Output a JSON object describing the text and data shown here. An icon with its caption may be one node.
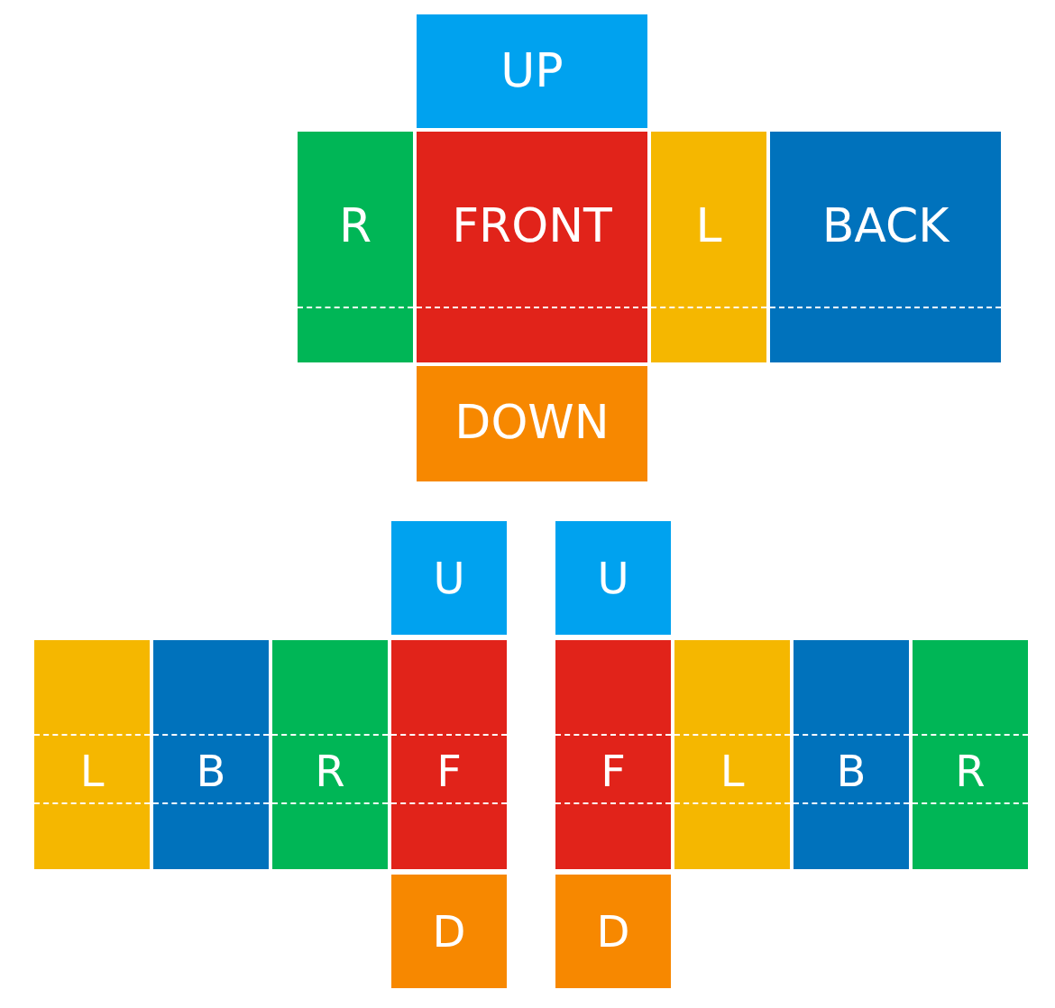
{
  "diagram": {
    "nodes": [
      {
        "text": [
          "UP"
        ]
      },
      {
        "text": [
          "R"
        ]
      },
      {
        "text": [
          "FRONT"
        ]
      },
      {
        "text": [
          "L"
        ]
      },
      {
        "text": [
          "BACK"
        ]
      },
      {
        "text": [
          "DOWN"
        ]
      },
      {
        "text": [
          "U"
        ]
      },
      {
        "text": [
          "U"
        ]
      },
      {
        "text": [
          "L"
        ]
      },
      {
        "text": [
          "B"
        ]
      },
      {
        "text": [
          "R"
        ]
      },
      {
        "text": [
          "F"
        ]
      },
      {
        "text": [
          "F"
        ]
      },
      {
        "text": [
          "L"
        ]
      },
      {
        "text": [
          "B"
        ]
      },
      {
        "text": [
          "R"
        ]
      },
      {
        "text": [
          "D"
        ]
      },
      {
        "text": [
          "D"
        ]
      }
    ]
  }
}
